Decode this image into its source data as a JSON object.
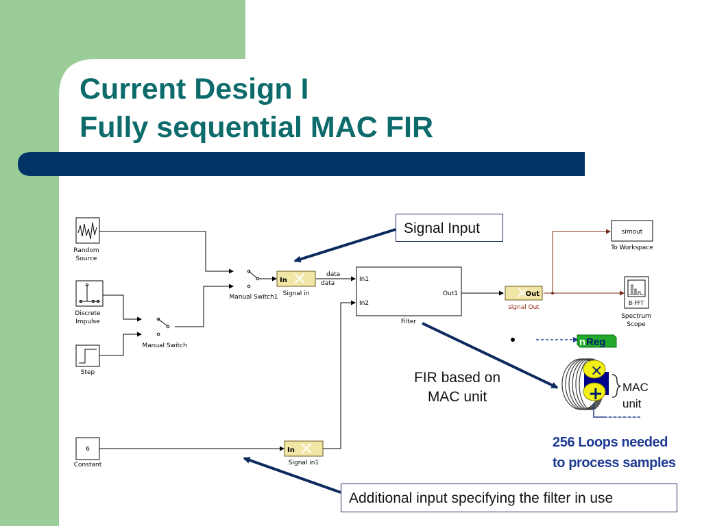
{
  "title": {
    "line1": "Current Design I",
    "line2": "Fully sequential MAC FIR"
  },
  "callouts": {
    "signal_input": "Signal Input",
    "additional_input": "Additional input specifying the filter in use"
  },
  "notes": {
    "fir_line1": "FIR based on",
    "fir_line2": "MAC unit",
    "loops_line1": "256 Loops needed",
    "loops_line2": "to process samples",
    "mac_line1": "MAC",
    "mac_line2": "unit"
  },
  "blocks": {
    "random_source": [
      "Random",
      "Source"
    ],
    "discrete_impulse": [
      "Discrete",
      "Impulse"
    ],
    "step": "Step",
    "constant_value": "6",
    "constant": "Constant",
    "manual_switch1": "Manual Switch1",
    "manual_switch": "Manual Switch",
    "signal_in": "Signal in",
    "signal_in1": "Signal in1",
    "gateway_in": "In",
    "data_top": "data",
    "data_bottom": "data",
    "filter": "Filter",
    "filter_in1": "In1",
    "filter_in2": "In2",
    "filter_out1": "Out1",
    "gateway_out": "Out",
    "signal_out": "signal Out",
    "simout": "simout",
    "to_workspace": "To Workspace",
    "bfft": "B-FFT",
    "spectrum_scope": [
      "Spectrum",
      "Scope"
    ],
    "reg_prefix": "n",
    "reg": "Reg",
    "multiply": "×",
    "add": "+"
  },
  "colors": {
    "sidebar_green": "#9ccc98",
    "title_teal": "#0e6b6b",
    "bar_navy": "#003466",
    "arrow_navy": "#0d2a5e",
    "loops_navy": "#1f3a93",
    "gateway_yellow": "#f2e6a6",
    "signal_out_brown": "#8b2a1a",
    "wire_out_brown": "#7a2a1a",
    "reg_green": "#22a92b",
    "mac_yellow": "#f3ee16",
    "mac_blue": "#00008b"
  }
}
